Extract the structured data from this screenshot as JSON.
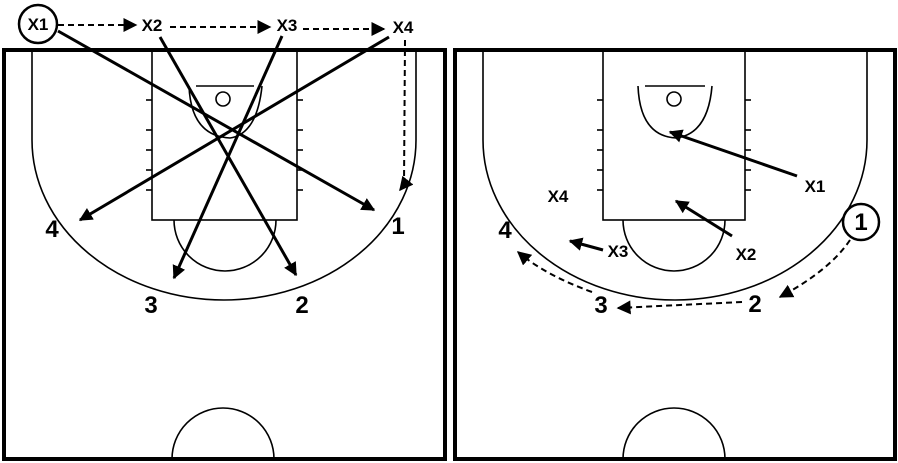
{
  "diagrams": [
    {
      "players": {
        "offense": [
          "1",
          "2",
          "3",
          "4"
        ],
        "defense": [
          "X1",
          "X2",
          "X3",
          "X4"
        ]
      }
    },
    {
      "players": {
        "offense": [
          "1",
          "2",
          "3",
          "4"
        ],
        "defense": [
          "X1",
          "X2",
          "X3",
          "X4"
        ]
      }
    }
  ],
  "colors": {
    "ink": "#000000",
    "background": "#ffffff"
  }
}
